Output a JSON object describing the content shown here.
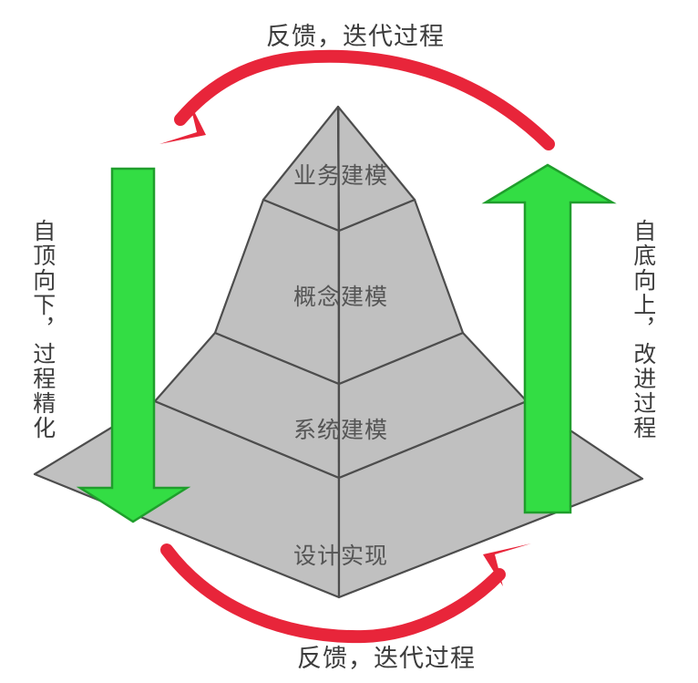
{
  "diagram": {
    "title_top": "反馈，迭代过程",
    "title_bottom": "反馈，迭代过程",
    "left_annotation": "自顶向下，过程精化",
    "right_annotation": "自底向上，改进过程",
    "pyramid": {
      "tiers": [
        {
          "label": "业务建模"
        },
        {
          "label": "概念建模"
        },
        {
          "label": "系统建模"
        },
        {
          "label": "设计实现"
        }
      ]
    },
    "arrows": {
      "down_arrow_name": "自顶向下",
      "up_arrow_name": "自底向上",
      "arc_top_name": "反馈，迭代过程",
      "arc_bottom_name": "反馈，迭代过程"
    },
    "colors": {
      "pyramid_fill": "#c0c0c0",
      "pyramid_stroke": "#4d4d4d",
      "green_arrow": "#33dd44",
      "green_arrow_stroke": "#1f9e2c",
      "red_arc": "#e8253a",
      "text": "#3c3c3c",
      "background": "#ffffff"
    }
  }
}
